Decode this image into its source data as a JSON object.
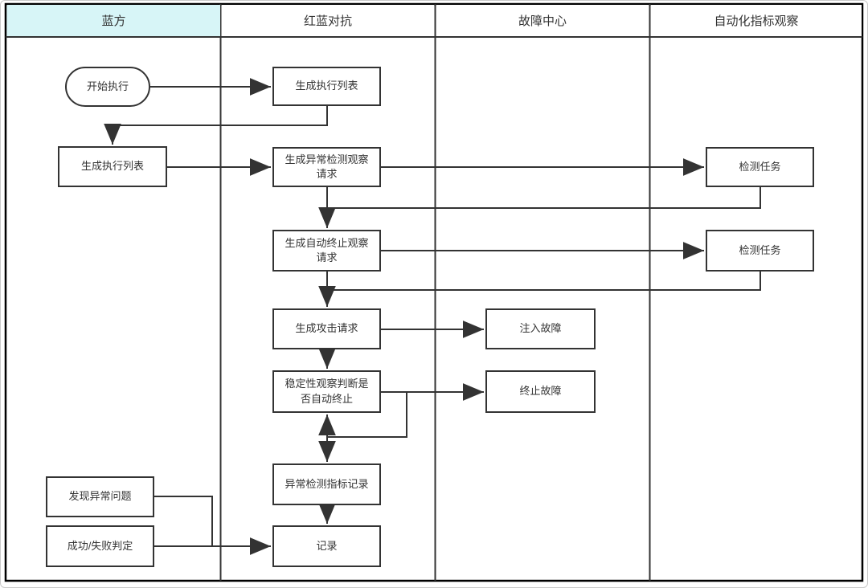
{
  "lanes": [
    {
      "title": "蓝方",
      "header_bg": "#d7f5f7"
    },
    {
      "title": "红蓝对抗",
      "header_bg": "#ffffff"
    },
    {
      "title": "故障中心",
      "header_bg": "#ffffff"
    },
    {
      "title": "自动化指标观察",
      "header_bg": "#ffffff"
    }
  ],
  "nodes": [
    {
      "id": "start",
      "lane": "蓝方",
      "shape": "stadium",
      "label": "开始执行"
    },
    {
      "id": "gen-exec-list-1",
      "lane": "红蓝对抗",
      "shape": "rect",
      "label": "生成执行列表"
    },
    {
      "id": "gen-exec-list-2",
      "lane": "蓝方",
      "shape": "rect",
      "label": "生成执行列表"
    },
    {
      "id": "gen-anomaly-req",
      "lane": "红蓝对抗",
      "shape": "rect",
      "label": "生成异常检测观察\n请求"
    },
    {
      "id": "detect-task-1",
      "lane": "自动化指标观察",
      "shape": "rect",
      "label": "检测任务"
    },
    {
      "id": "gen-autostop-req",
      "lane": "红蓝对抗",
      "shape": "rect",
      "label": "生成自动终止观察\n请求"
    },
    {
      "id": "detect-task-2",
      "lane": "自动化指标观察",
      "shape": "rect",
      "label": "检测任务"
    },
    {
      "id": "gen-attack-req",
      "lane": "红蓝对抗",
      "shape": "rect",
      "label": "生成攻击请求"
    },
    {
      "id": "inject-fault",
      "lane": "故障中心",
      "shape": "rect",
      "label": "注入故障"
    },
    {
      "id": "stability-judge",
      "lane": "红蓝对抗",
      "shape": "rect",
      "label": "稳定性观察判断是\n否自动终止"
    },
    {
      "id": "stop-fault",
      "lane": "故障中心",
      "shape": "rect",
      "label": "终止故障"
    },
    {
      "id": "anomaly-record",
      "lane": "红蓝对抗",
      "shape": "rect",
      "label": "异常检测指标记录"
    },
    {
      "id": "found-anomaly",
      "lane": "蓝方",
      "shape": "rect",
      "label": "发现异常问题"
    },
    {
      "id": "pass-fail-judge",
      "lane": "蓝方",
      "shape": "rect",
      "label": "成功/失败判定"
    },
    {
      "id": "record",
      "lane": "红蓝对抗",
      "shape": "rect",
      "label": "记录"
    }
  ],
  "edges": [
    {
      "from": "start",
      "to": "gen-exec-list-1",
      "arrow": "end"
    },
    {
      "from": "gen-exec-list-1",
      "to": "gen-exec-list-2",
      "arrow": "end"
    },
    {
      "from": "gen-exec-list-2",
      "to": "gen-anomaly-req",
      "arrow": "end"
    },
    {
      "from": "gen-anomaly-req",
      "to": "detect-task-1",
      "arrow": "end"
    },
    {
      "from": "gen-anomaly-req",
      "to": "gen-autostop-req",
      "arrow": "end"
    },
    {
      "from": "detect-task-1",
      "to": "gen-autostop-req",
      "arrow": "none"
    },
    {
      "from": "gen-autostop-req",
      "to": "detect-task-2",
      "arrow": "end"
    },
    {
      "from": "gen-autostop-req",
      "to": "gen-attack-req",
      "arrow": "end"
    },
    {
      "from": "detect-task-2",
      "to": "gen-attack-req",
      "arrow": "none"
    },
    {
      "from": "gen-attack-req",
      "to": "inject-fault",
      "arrow": "end"
    },
    {
      "from": "gen-attack-req",
      "to": "stability-judge",
      "arrow": "end"
    },
    {
      "from": "stability-judge",
      "to": "stop-fault",
      "arrow": "end"
    },
    {
      "from": "stability-judge",
      "to": "anomaly-record",
      "arrow": "both"
    },
    {
      "from": "anomaly-record",
      "to": "record",
      "arrow": "end"
    },
    {
      "from": "found-anomaly",
      "to": "record",
      "arrow": "none"
    },
    {
      "from": "pass-fail-judge",
      "to": "record",
      "arrow": "end"
    }
  ],
  "colors": {
    "lane_header_accent": "#d7f5f7",
    "outer_border": "#000000",
    "line": "#333333",
    "node_border": "#333333",
    "background": "#ffffff"
  }
}
